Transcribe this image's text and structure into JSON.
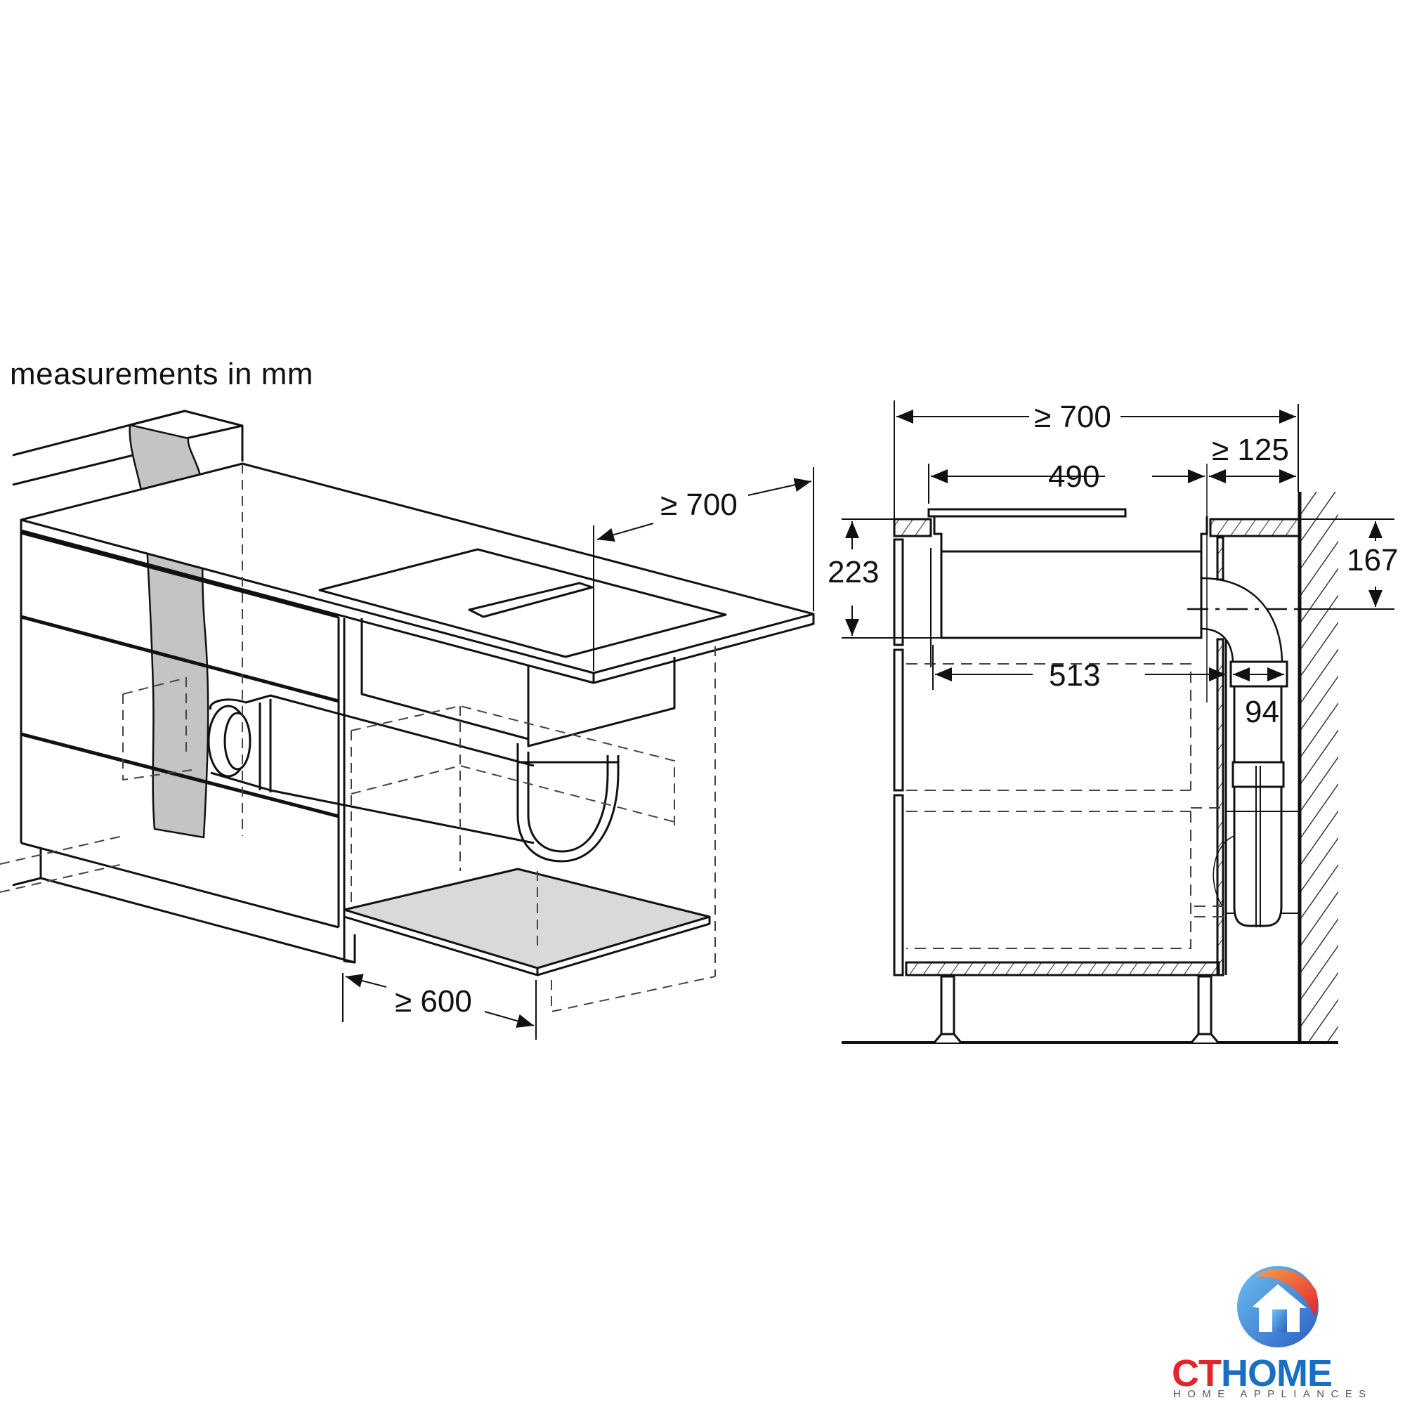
{
  "caption": "measurements in mm",
  "iso_view": {
    "dimensions": {
      "depth_worktop": "≥ 700",
      "width_cabinet": "≥ 600"
    }
  },
  "section_view": {
    "dimensions": {
      "total_depth": "≥ 700",
      "cutout_depth": "490",
      "rear_clearance": "≥ 125",
      "unit_height": "223",
      "duct_centre_height": "167",
      "inner_depth": "513",
      "duct_width": "94"
    }
  },
  "brand": {
    "name_part1": "CT",
    "name_part2": "HOME",
    "tagline": "HOME APPLIANCES",
    "colors": {
      "red": "#e3242b",
      "blue": "#1b6fc2",
      "orange": "#f26b3a",
      "light_blue": "#4aa3e0"
    }
  },
  "colors": {
    "line": "#111111",
    "fill_gray": "#c4c4c4",
    "shelf_gray": "#d9d9d9",
    "dash": "#444444"
  }
}
